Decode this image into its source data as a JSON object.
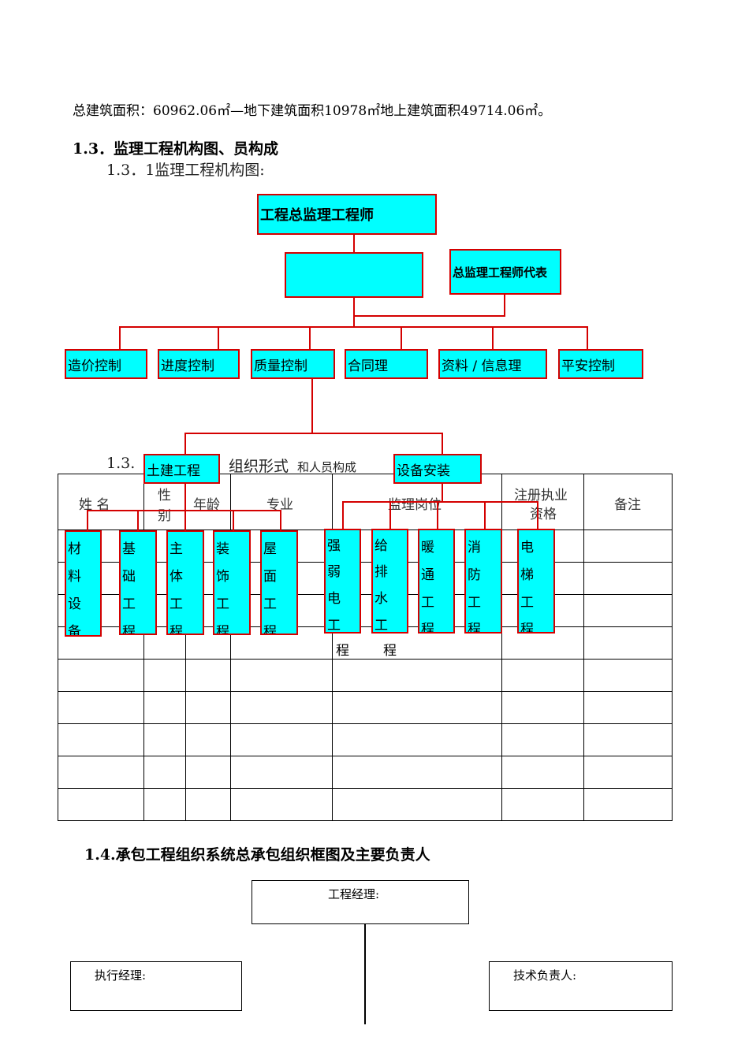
{
  "intro": {
    "area_line": "总建筑面积：60962.06㎡—地下建筑面积10978㎡地上建筑面积49714.06㎡。"
  },
  "section13": {
    "heading": "1.3．监理工程机构图、员构成",
    "sub1": "1.3．1监理工程机构图:",
    "sub2_num": "1.3.",
    "sub2_mid": "组织形式",
    "sub2_small": "和人员构成"
  },
  "org": {
    "chief": "工程总监理工程师",
    "rep": "总监理工程师代表",
    "controls": [
      "造价控制",
      "进度控制",
      "质量控制",
      "合同理",
      "资料 / 信息理",
      "平安控制"
    ],
    "branches": [
      "土建工程",
      "设备安装"
    ],
    "civil_items": [
      [
        "材",
        "料",
        "设",
        "备"
      ],
      [
        "基",
        "础",
        "工",
        "程"
      ],
      [
        "主",
        "体",
        "工",
        "程"
      ],
      [
        "装",
        "饰",
        "工",
        "程"
      ],
      [
        "屋",
        "面",
        "工",
        "程"
      ]
    ],
    "equip_items": [
      [
        "强",
        "弱",
        "电",
        "工"
      ],
      [
        "给",
        "排",
        "水",
        "工"
      ],
      [
        "暖",
        "通",
        "工",
        "程"
      ],
      [
        "消",
        "防",
        "工",
        "程"
      ],
      [
        "电",
        "梯",
        "工",
        "程"
      ]
    ],
    "overflow_chars": [
      "程",
      "程"
    ]
  },
  "staff_table": {
    "headers": {
      "name": "姓    名",
      "gender_1": "性",
      "gender_2": "别",
      "age": "年龄",
      "major": "专业",
      "post": "监理岗位",
      "cert_1": "注册执业",
      "cert_2": "资格",
      "remark": "备注"
    },
    "empty_rows": 9
  },
  "section14": {
    "heading": "1.4.承包工程组织系统总承包组织框图及主要负责人",
    "pm_label": "工程经理:",
    "exec_label": "执行经理:",
    "tech_label": "技术负责人:"
  },
  "colors": {
    "box_fill": "#00ffff",
    "box_border": "#d40000",
    "line": "#d40000"
  }
}
